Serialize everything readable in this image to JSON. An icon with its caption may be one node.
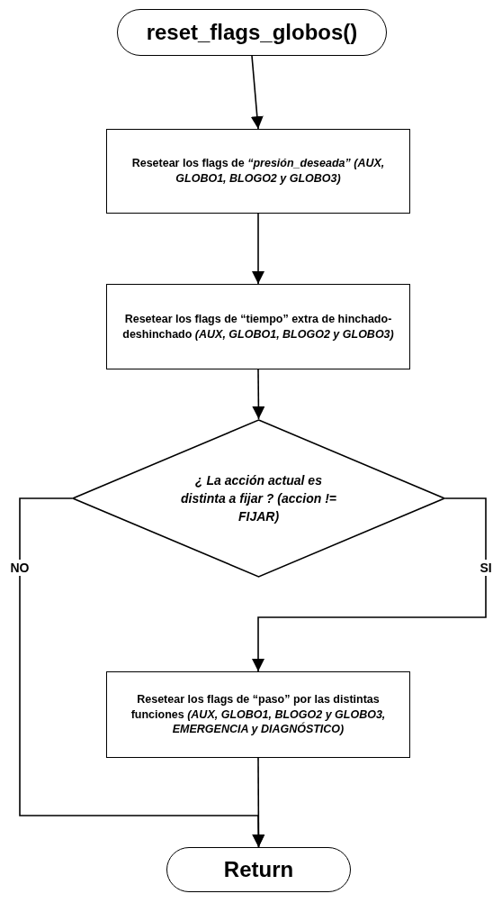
{
  "diagram": {
    "nodes": [
      {
        "text": [
          "reset_flags_globos()"
        ]
      },
      {
        "text": [
          "Resetear los flags de *“presión_deseada” (AUX, GLOBO1, BLOGO2 y GLOBO3)*"
        ]
      },
      {
        "text": [
          "Resetear los flags de “tiempo” extra de hinchado-deshinchado *(AUX, GLOBO1, BLOGO2 y GLOBO3)*"
        ]
      },
      {
        "text": [
          "¿ La acción actual es distinta a fijar ? (accion != FIJAR)"
        ]
      },
      {
        "text": [
          "Resetear los flags de “paso” por las distintas funciones *(AUX, GLOBO1, BLOGO2 y GLOBO3, EMERGENCIA y DIAGNÓSTICO)*"
        ]
      },
      {
        "text": [
          "Return"
        ]
      }
    ],
    "edges": [
      {
        "from": 0,
        "to": 1,
        "arrow": "to"
      },
      {
        "from": 1,
        "to": 2,
        "arrow": "to"
      },
      {
        "from": 2,
        "to": 3,
        "arrow": "to"
      },
      {
        "from": 3,
        "to": 4,
        "arrow": "to",
        "label": "SI"
      },
      {
        "from": 3,
        "to": 5,
        "arrow": "to",
        "label": "NO"
      },
      {
        "from": 4,
        "to": 5,
        "arrow": "to"
      }
    ]
  }
}
